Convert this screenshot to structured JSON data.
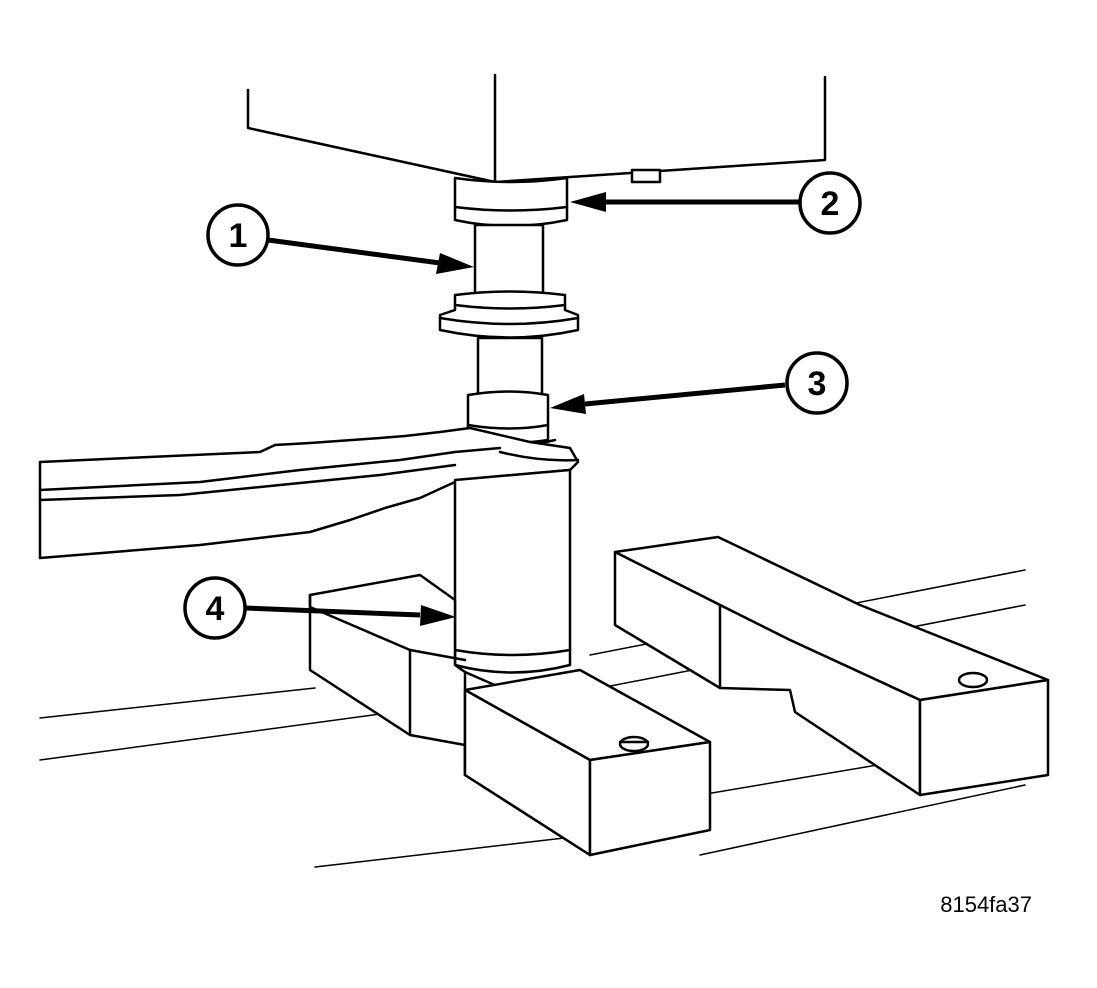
{
  "callouts": [
    {
      "label": "1"
    },
    {
      "label": "2"
    },
    {
      "label": "3"
    },
    {
      "label": "4"
    }
  ],
  "figure_id": "8154fa37"
}
